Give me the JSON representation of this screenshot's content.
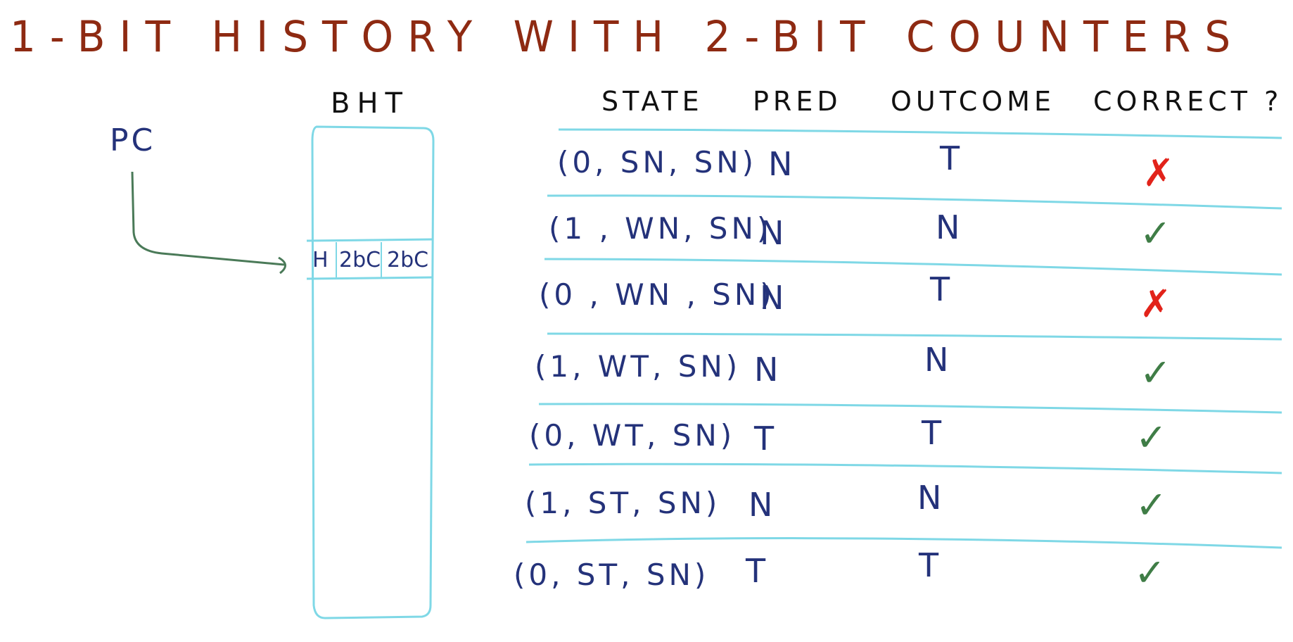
{
  "title": "1-BIT HISTORY WITH 2-BIT COUNTERS",
  "pc_label": "PC",
  "bht": {
    "label": "BHT",
    "entry": [
      "H",
      "2bC",
      "2bC"
    ]
  },
  "table": {
    "headers": {
      "state": "STATE",
      "pred": "PRED",
      "outcome": "OUTCOME",
      "correct": "CORRECT ?"
    },
    "rows": [
      {
        "state": "(0, SN, SN)",
        "pred": "N",
        "outcome": "T",
        "correct": "✗"
      },
      {
        "state": "(1 , WN, SN)",
        "pred": "N",
        "outcome": "N",
        "correct": "✓"
      },
      {
        "state": "(0 , WN , SN)",
        "pred": "N",
        "outcome": "T",
        "correct": "✗"
      },
      {
        "state": "(1, WT, SN)",
        "pred": "N",
        "outcome": "N",
        "correct": "✓"
      },
      {
        "state": "(0, WT, SN)",
        "pred": "T",
        "outcome": "T",
        "correct": "✓"
      },
      {
        "state": "(1, ST, SN)",
        "pred": "N",
        "outcome": "N",
        "correct": "✓"
      },
      {
        "state": "(0, ST, SN)",
        "pred": "T",
        "outcome": "T",
        "correct": "✓"
      }
    ]
  },
  "colors": {
    "title": "#8e2a12",
    "ink_blue": "#24327a",
    "cyan_lines": "#7fd8e6",
    "arrow_green": "#4a7a58",
    "wrong_red": "#e2231a",
    "right_green": "#3f7d46"
  }
}
